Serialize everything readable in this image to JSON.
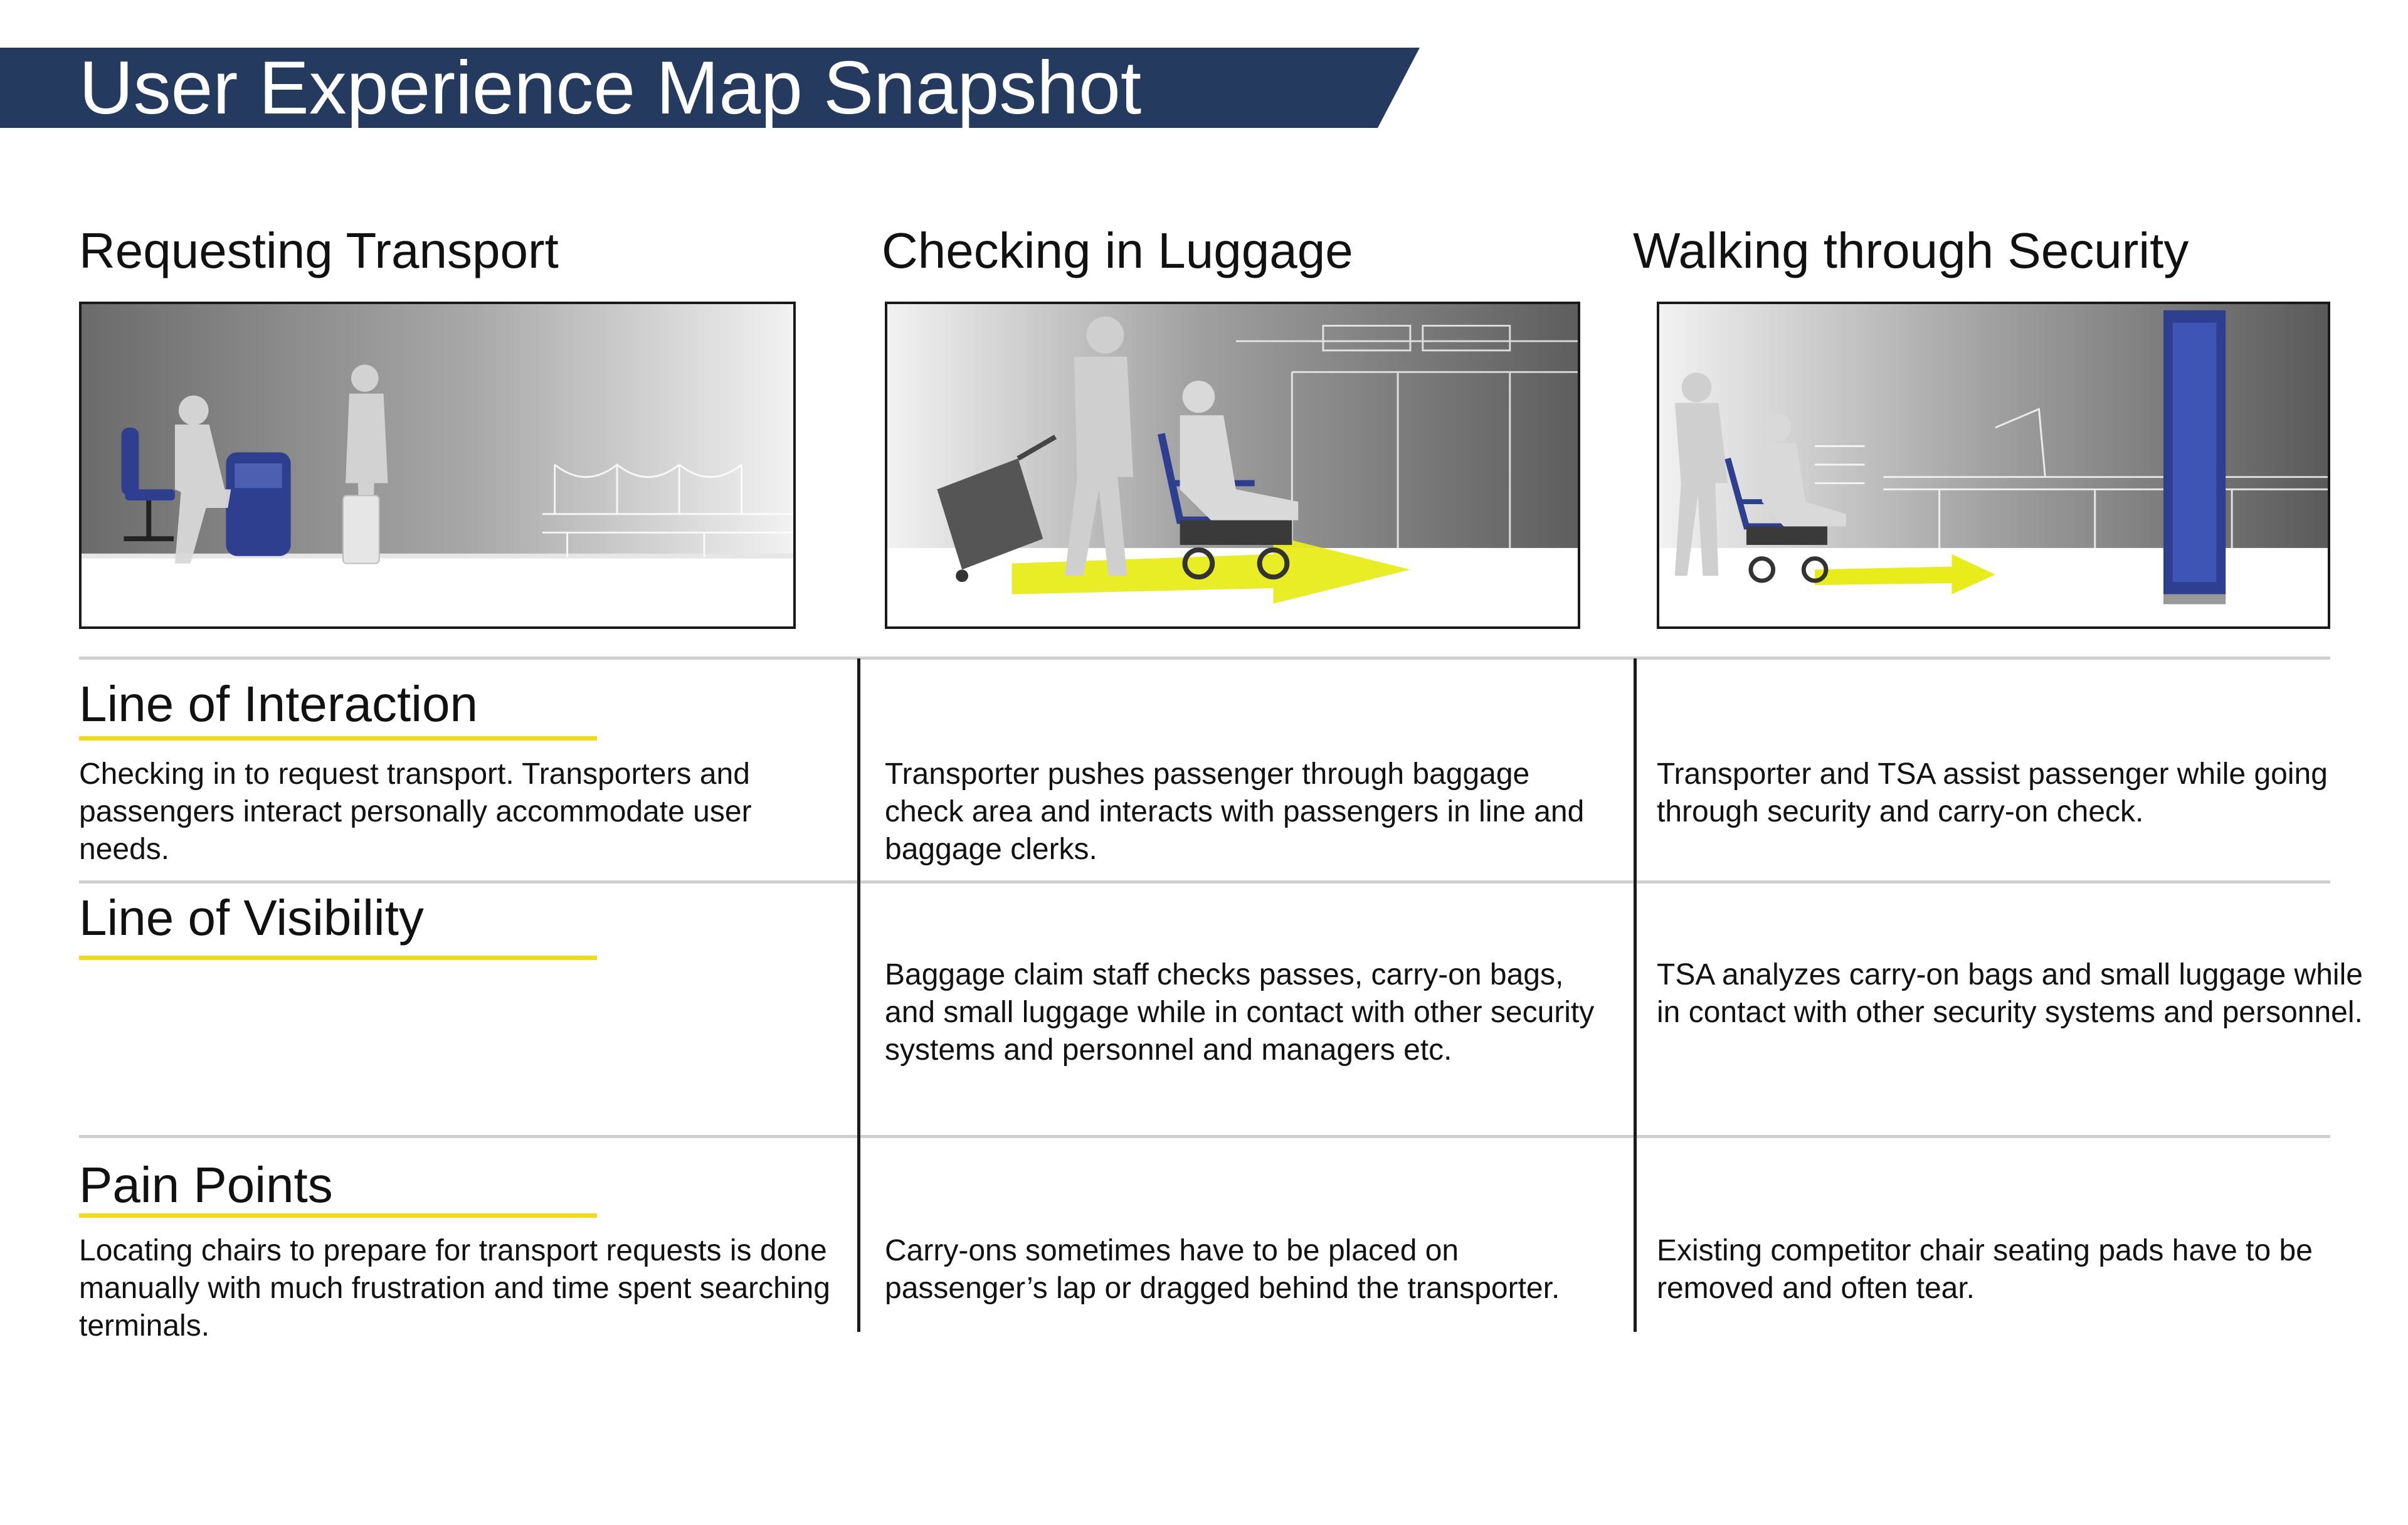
{
  "page": {
    "title": "User Experience Map Snapshot"
  },
  "columns": [
    {
      "heading": "Requesting Transport"
    },
    {
      "heading": "Checking in Luggage"
    },
    {
      "heading": "Walking through Security"
    }
  ],
  "rows": [
    {
      "label": "Line of Interaction",
      "cells": [
        "Checking in to request transport. Transporters and passengers interact personally accommodate user needs.",
        "Transporter pushes passenger through baggage check area and interacts with passengers in line and baggage clerks.",
        "Transporter and TSA assist passenger while going through security and carry-on check."
      ]
    },
    {
      "label": "Line of Visibility",
      "cells": [
        "",
        "Baggage claim staff checks passes, carry-on bags, and small luggage while in contact with other security systems and personnel and managers etc.",
        "TSA analyzes carry-on bags and small luggage while in contact with other security systems and personnel."
      ]
    },
    {
      "label": "Pain Points",
      "cells": [
        "Locating chairs to prepare for transport requests is done manually with much frustration and time spent searching terminals.",
        "Carry-ons sometimes have to be placed on passenger’s lap or dragged behind the transporter.",
        "Existing competitor chair seating pads have to be removed and often tear."
      ]
    }
  ],
  "colors": {
    "banner": "#243a5e",
    "accent_underline": "#f0da1a",
    "chair_blue": "#2e3f8f",
    "arrow_yellow": "#e8ec1a"
  }
}
